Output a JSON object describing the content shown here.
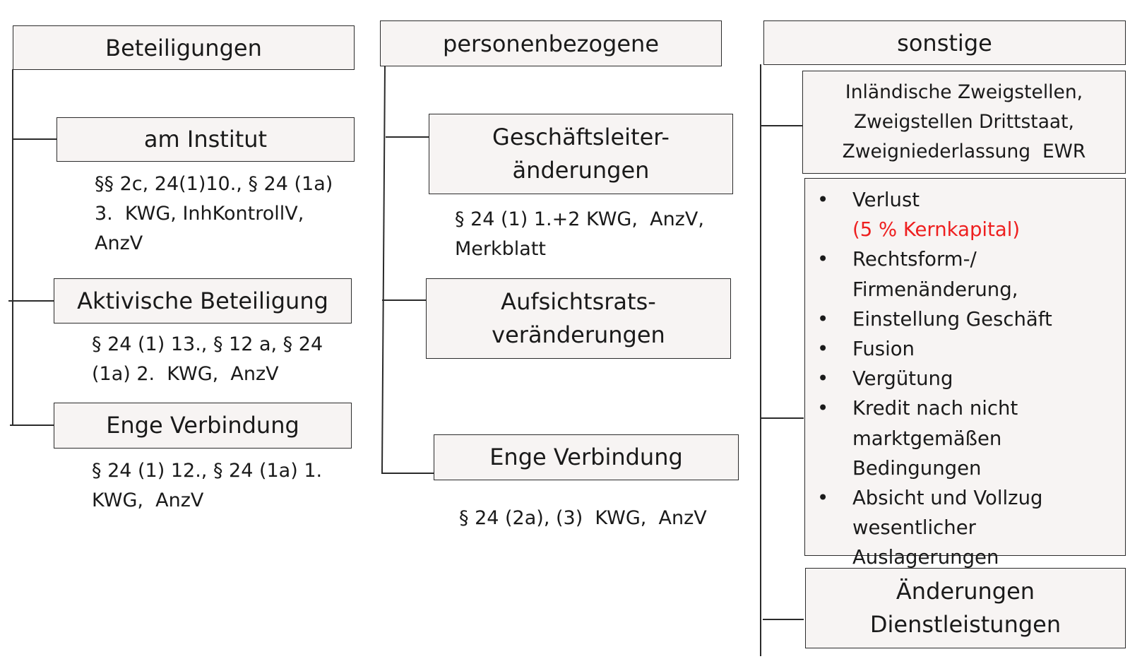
{
  "columns": [
    {
      "title": "Beteiligungen",
      "items": [
        {
          "label": "am Institut",
          "reference": "§§ 2c, 24(1)10., § 24 (1a)\n3.  KWG, InhKontrollV,\nAnzV"
        },
        {
          "label": "Aktivische Beteiligung",
          "reference": "§ 24 (1) 13., § 12 a, § 24\n(1a) 2.  KWG,  AnzV"
        },
        {
          "label": "Enge Verbindung",
          "reference": "§ 24 (1) 12., § 24 (1a) 1.\nKWG,  AnzV"
        }
      ]
    },
    {
      "title": "personenbezogene",
      "items": [
        {
          "label": "Geschäftsleiter-\nänderungen",
          "reference": "§ 24 (1) 1.+2 KWG,  AnzV,\nMerkblatt"
        },
        {
          "label": "Aufsichtsrats-\nveränderungen",
          "reference": ""
        },
        {
          "label": "Enge Verbindung",
          "reference": "§ 24 (2a), (3)  KWG,  AnzV"
        }
      ]
    },
    {
      "title": "sonstige",
      "branch_text": "Inländische Zweigstellen,\nZweigstellen Drittstaat,\nZweigniederlassung  EWR",
      "list": [
        {
          "text": "Verlust ",
          "highlight": "(5 % Kernkapital)"
        },
        {
          "text": "Rechtsform-/\nFirmenänderung,"
        },
        {
          "text": "Einstellung Geschäft"
        },
        {
          "text": "Fusion"
        },
        {
          "text": "Vergütung"
        },
        {
          "text": "Kredit nach nicht\nmarktgemäßen\nBedingungen"
        },
        {
          "text": "Absicht und Vollzug\nwesentlicher\nAuslagerungen"
        }
      ],
      "last_item": "Änderungen\nDienstleistungen"
    }
  ],
  "colors": {
    "highlight": "#ee1f1f",
    "box_fill": "#f7f4f3",
    "border": "#2b2b2b"
  }
}
